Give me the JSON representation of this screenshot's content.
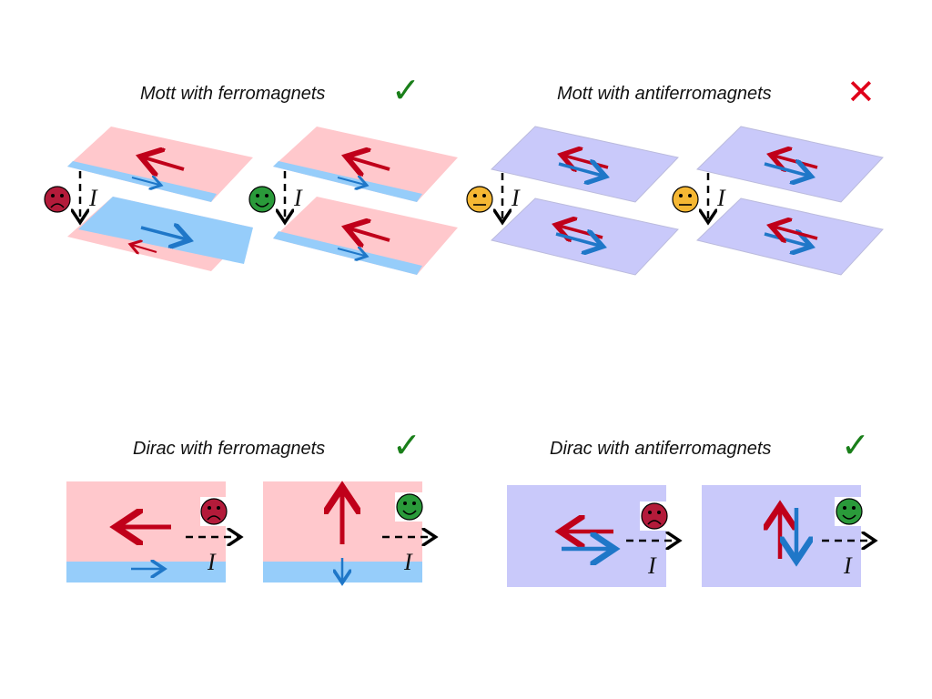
{
  "panels": {
    "mott_ferro": {
      "title": "Mott with ferromagnets",
      "status_mark": "✓",
      "status_color": "#1a7f1a",
      "current_label": "I",
      "faces": [
        "sad",
        "happy"
      ]
    },
    "mott_antiferro": {
      "title": "Mott with antiferromagnets",
      "status_mark": "✕",
      "status_color": "#e0001a",
      "current_label": "I",
      "faces": [
        "neutral",
        "neutral"
      ]
    },
    "dirac_ferro": {
      "title": "Dirac with ferromagnets",
      "status_mark": "✓",
      "status_color": "#1a7f1a",
      "current_label": "I",
      "faces": [
        "sad",
        "happy"
      ]
    },
    "dirac_antiferro": {
      "title": "Dirac with antiferromagnets",
      "status_mark": "✓",
      "status_color": "#1a7f1a",
      "current_label": "I",
      "faces": [
        "sad",
        "happy"
      ]
    }
  },
  "colors": {
    "ferro_layer": "#ffc8cc",
    "minority_layer": "#96cdfa",
    "antiferro_layer": "#c9c9fa",
    "red_arrow": "#c0001a",
    "blue_arrow": "#1f77c8",
    "face_sad": "#b31b3a",
    "face_happy": "#2a9a3a",
    "face_neutral": "#f5b733"
  },
  "icons": [
    "sad-face-icon",
    "happy-face-icon",
    "neutral-face-icon",
    "checkmark-icon",
    "cross-icon"
  ]
}
